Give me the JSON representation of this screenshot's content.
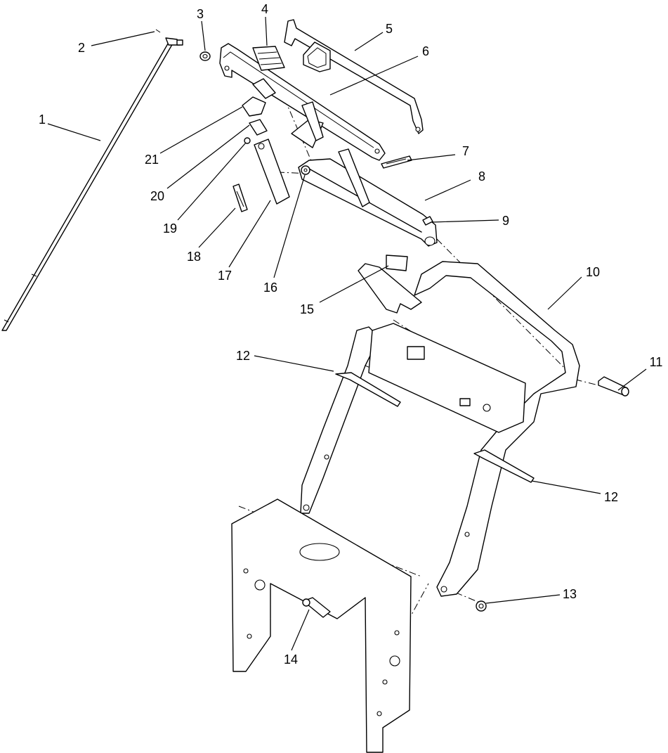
{
  "callouts": [
    {
      "id": "1",
      "text": "1"
    },
    {
      "id": "2",
      "text": "2"
    },
    {
      "id": "3",
      "text": "3"
    },
    {
      "id": "4",
      "text": "4"
    },
    {
      "id": "5",
      "text": "5"
    },
    {
      "id": "6",
      "text": "6"
    },
    {
      "id": "7",
      "text": "7"
    },
    {
      "id": "8",
      "text": "8"
    },
    {
      "id": "9",
      "text": "9"
    },
    {
      "id": "10",
      "text": "10"
    },
    {
      "id": "11",
      "text": "11"
    },
    {
      "id": "12a",
      "text": "12"
    },
    {
      "id": "12b",
      "text": "12"
    },
    {
      "id": "13",
      "text": "13"
    },
    {
      "id": "14",
      "text": "14"
    },
    {
      "id": "15",
      "text": "15"
    },
    {
      "id": "16",
      "text": "16"
    },
    {
      "id": "17",
      "text": "17"
    },
    {
      "id": "18",
      "text": "18"
    },
    {
      "id": "19",
      "text": "19"
    },
    {
      "id": "20",
      "text": "20"
    },
    {
      "id": "21",
      "text": "21"
    }
  ]
}
